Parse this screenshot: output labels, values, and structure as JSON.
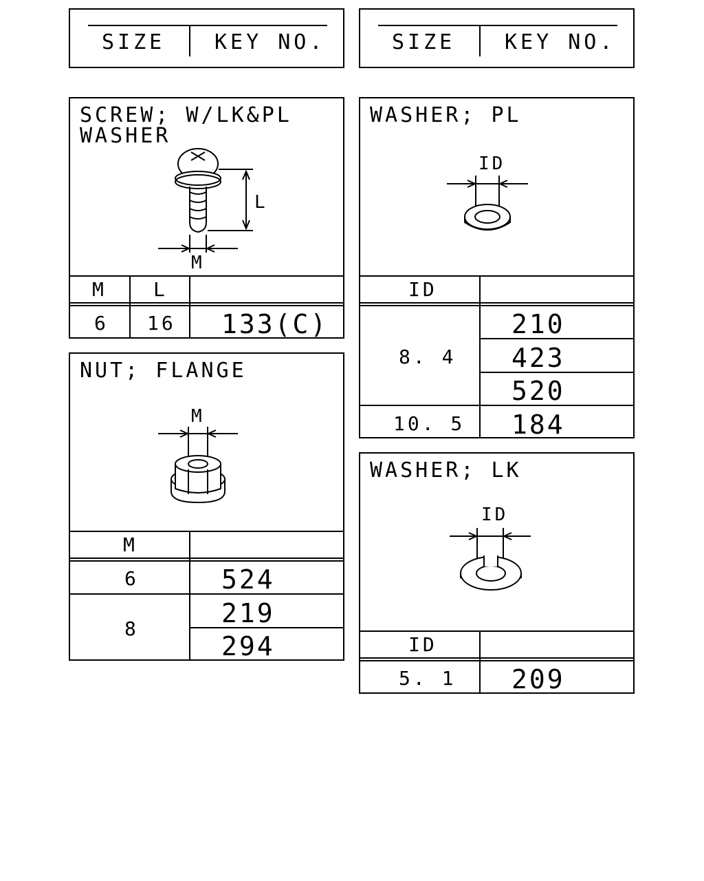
{
  "legend": [
    {
      "size": "SIZE",
      "key_no": "KEY NO."
    },
    {
      "size": "SIZE",
      "key_no": "KEY NO."
    }
  ],
  "parts": {
    "screw": {
      "title_line1": "SCREW; W/LK&PL",
      "title_line2": "WASHER",
      "dim_labels": {
        "length": "L",
        "diameter": "M"
      },
      "headers": {
        "m": "M",
        "l": "L"
      },
      "rows": [
        {
          "m": "6",
          "l": "16",
          "key": "133(C)"
        }
      ]
    },
    "nut": {
      "title": "NUT; FLANGE",
      "dim_label": "M",
      "header": "M",
      "rows": [
        {
          "m": "6",
          "keys": [
            "524"
          ]
        },
        {
          "m": "8",
          "keys": [
            "219",
            "294"
          ]
        }
      ]
    },
    "washer_pl": {
      "title": "WASHER; PL",
      "dim_label": "ID",
      "header": "ID",
      "rows": [
        {
          "id": "8. 4",
          "keys": [
            "210",
            "423",
            "520"
          ]
        },
        {
          "id": "10. 5",
          "keys": [
            "184"
          ]
        }
      ]
    },
    "washer_lk": {
      "title": "WASHER; LK",
      "dim_label": "ID",
      "header": "ID",
      "rows": [
        {
          "id": "5. 1",
          "key": "209"
        }
      ]
    }
  },
  "icons": [
    "screw-drawing-icon",
    "flange-nut-drawing-icon",
    "plain-washer-drawing-icon",
    "lock-washer-drawing-icon"
  ]
}
